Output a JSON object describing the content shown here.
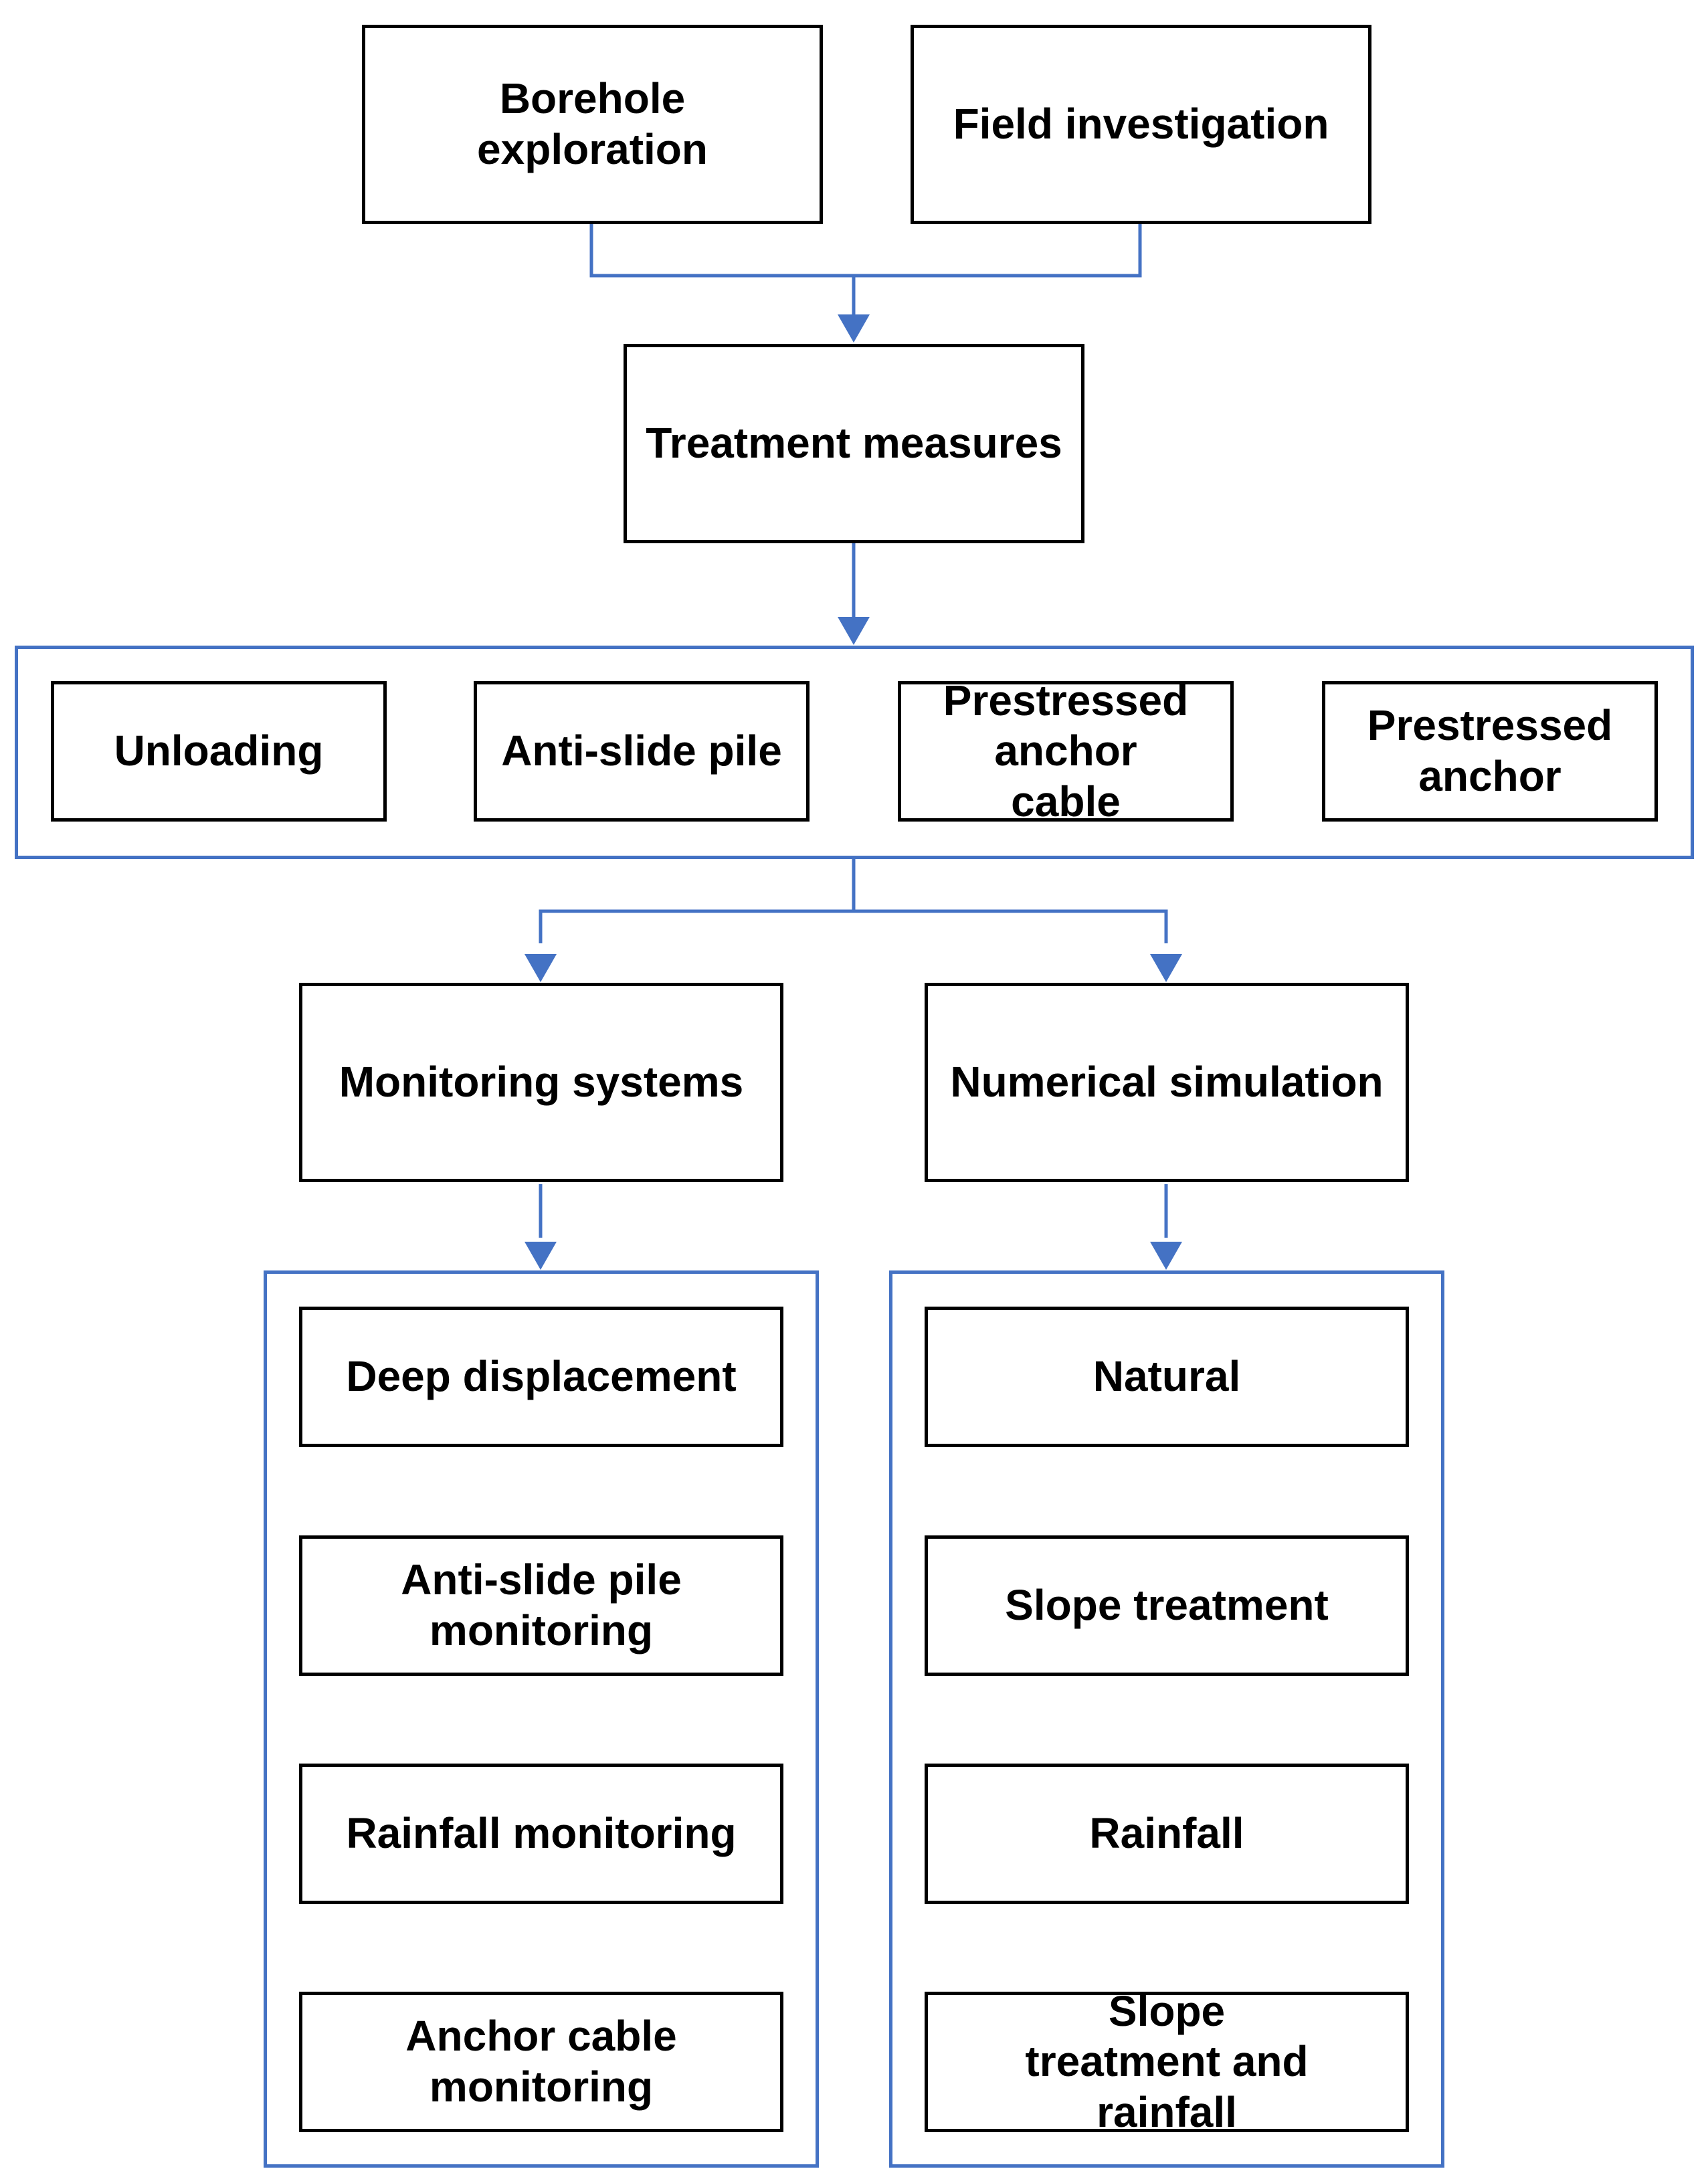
{
  "colors": {
    "box_border": "#000000",
    "group_border": "#4472c4",
    "connector": "#4472c4",
    "text": "#000000",
    "background": "#ffffff"
  },
  "top": {
    "borehole_exploration": "Borehole exploration",
    "field_investigation": "Field investigation"
  },
  "treatment_measures": "Treatment measures",
  "measures": {
    "unloading": "Unloading",
    "anti_slide_pile": "Anti-slide pile",
    "prestressed_anchor_cable": "Prestressed anchor cable",
    "prestressed_anchor": "Prestressed anchor"
  },
  "monitoring_systems": "Monitoring systems",
  "numerical_simulation": "Numerical simulation",
  "monitoring_items": {
    "deep_displacement": "Deep displacement",
    "anti_slide_pile_monitoring": "Anti-slide pile monitoring",
    "rainfall_monitoring": "Rainfall monitoring",
    "anchor_cable_monitoring": "Anchor cable monitoring"
  },
  "simulation_items": {
    "natural": "Natural",
    "slope_treatment": "Slope treatment",
    "rainfall": "Rainfall",
    "slope_treatment_and_rainfall": "Slope treatment and rainfall"
  }
}
